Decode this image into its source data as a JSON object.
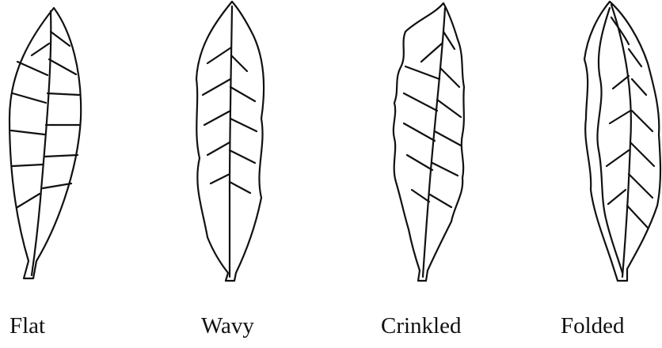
{
  "figure": {
    "leaves": [
      {
        "id": "flat",
        "label": "Flat"
      },
      {
        "id": "wavy",
        "label": "Wavy"
      },
      {
        "id": "crinkled",
        "label": "Crinkled"
      },
      {
        "id": "folded",
        "label": "Folded"
      }
    ],
    "colors": {
      "line": "#111111",
      "background": "#ffffff"
    }
  }
}
